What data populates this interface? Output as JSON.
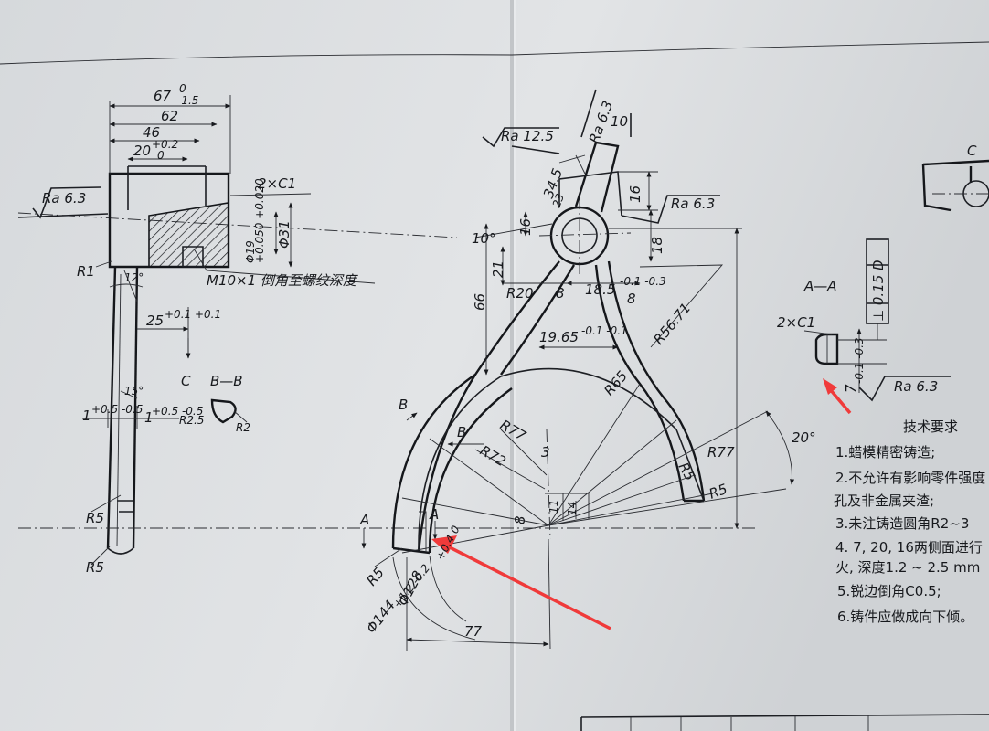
{
  "side_view": {
    "dim_67": "67",
    "dim_67_tol_upper": "0",
    "dim_67_tol_lower": "-1.5",
    "dim_62": "62",
    "dim_46": "46",
    "dim_20": "20",
    "dim_20_tol_upper": "+0.2",
    "dim_20_tol_lower": "0",
    "roughness_left": "Ra 6.3",
    "chamfer": "2×C1",
    "bore_19": "Φ19",
    "bore_19_tol": "+0.050 +0.020",
    "dia_31": "Φ31",
    "thread_note": "M10×1 倒角至螺纹深度",
    "r1": "R1",
    "angle_12": "12°",
    "dim_25": "25",
    "dim_25_tol": "+0.1 +0.1",
    "c_label": "C",
    "section_bb": "B—B",
    "r25": "R2.5",
    "r2": "R2",
    "angle_15": "15°",
    "dim_1a": "1",
    "dim_1a_tol": "+0.5 -0.5",
    "dim_1b": "1",
    "dim_1b_tol": "+0.5 -0.5",
    "r5a": "R5",
    "r5b": "R5"
  },
  "front_view": {
    "roughness_top": "Ra 12.5",
    "roughness_rot": "Ra 6.3",
    "dim_10": "10",
    "dim_34_5": "34.5",
    "dim_23": "23",
    "dim_16_right": "16",
    "roughness_right": "Ra 6.3",
    "angle_10": "10°",
    "dim_16_left": "16",
    "dim_21": "21",
    "dim_18": "18",
    "dim_66": "66",
    "r20": "R20",
    "dim_8a": "8",
    "dim_18_5": "18.5",
    "dim_18_5_tol": "-0.1 -0.3",
    "dim_8b": "8",
    "r56_71": "R56.71",
    "dim_19_65": "19.65",
    "dim_19_65_tol": "-0.1 -0.1",
    "r65": "R65",
    "b_mark_1": "B",
    "b_mark_2": "B",
    "r77_a": "R77",
    "r72": "R72",
    "dim_3": "3",
    "r5_c": "R5",
    "r77_b": "R77",
    "r5_d": "R5",
    "angle_20": "20°",
    "dim_11": "11",
    "dim_14": "14",
    "dim_8c": "8",
    "a_mark_1": "A",
    "a_mark_2": "A",
    "r5_e": "R5",
    "phi_128": "Φ128",
    "phi_128_tol": "+0.4 0",
    "phi_144": "Φ144",
    "phi_144_tol": "+1.2 -0.2",
    "dim_77": "77"
  },
  "section_aa": {
    "title": "A—A",
    "chamfer": "2×C1",
    "tolerance_frame": "⊥ 0.15 D",
    "dim_7": "7",
    "dim_7_tol": "-0.1 -0.3",
    "roughness": "Ra 6.3",
    "c_label": "C"
  },
  "tech_requirements": {
    "title": "技术要求",
    "items": [
      "1.蜡模精密铸造;",
      "2.不允许有影响零件强度",
      "孔及非金属夹渣;",
      "3.未注铸造圆角R2~3",
      "4. 7, 20, 16两侧面进行",
      "火, 深度1.2 ~ 2.5 mm",
      "5.锐边倒角C0.5;",
      "6.铸件应做成向下倾。"
    ]
  },
  "annotations": {
    "arrow_color": "#f03a3a"
  }
}
